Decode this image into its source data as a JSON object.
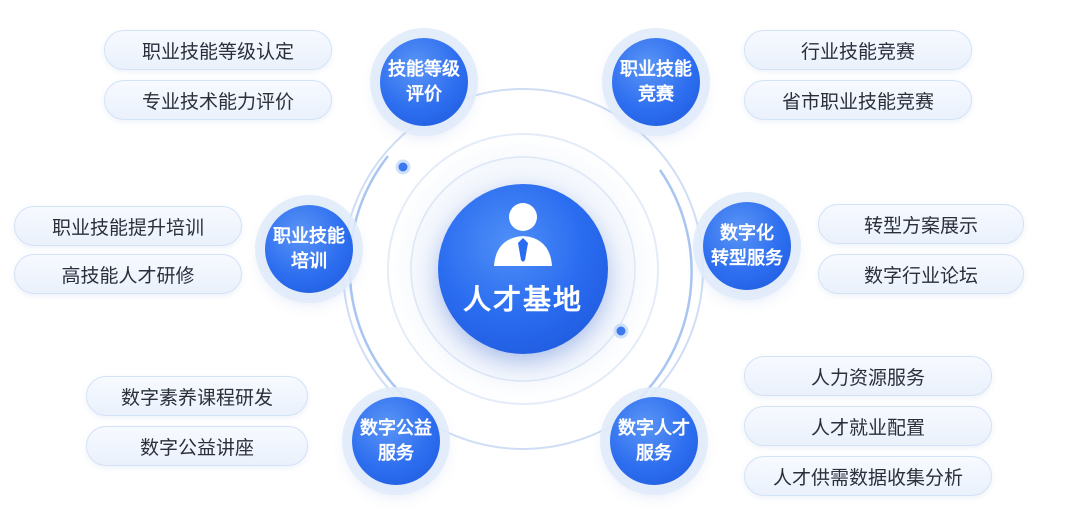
{
  "center": {
    "label": "人才基地",
    "icon": "person-icon"
  },
  "nodes": [
    {
      "id": "skill-eval",
      "label": "技能等级\n评价",
      "items": [
        "职业技能等级认定",
        "专业技术能力评价"
      ]
    },
    {
      "id": "competition",
      "label": "职业技能\n竞赛",
      "items": [
        "行业技能竞赛",
        "省市职业技能竞赛"
      ]
    },
    {
      "id": "training",
      "label": "职业技能\n培训",
      "items": [
        "职业技能提升培训",
        "高技能人才研修"
      ]
    },
    {
      "id": "transform",
      "label": "数字化\n转型服务",
      "items": [
        "转型方案展示",
        "数字行业论坛"
      ]
    },
    {
      "id": "public-welfare",
      "label": "数字公益\n服务",
      "items": [
        "数字素养课程研发",
        "数字公益讲座"
      ]
    },
    {
      "id": "talent-service",
      "label": "数字人才\n服务",
      "items": [
        "人力资源服务",
        "人才就业配置",
        "人才供需数据收集分析"
      ]
    }
  ],
  "colors": {
    "primary": "#2d6ef0",
    "ring": "#cfe0f7",
    "pill_bg": "#eef4fd"
  }
}
